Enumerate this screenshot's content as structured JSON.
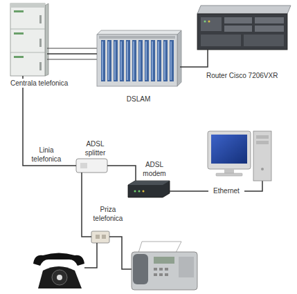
{
  "diagram": {
    "nodes": [
      {
        "text": [
          "Centrala telefonica"
        ]
      },
      {
        "text": [
          "DSLAM"
        ]
      },
      {
        "text": [
          "Router Cisco 7206VXR"
        ]
      },
      {
        "text": [
          "ADSL splitter"
        ]
      },
      {
        "text": [
          "ADSL modem"
        ]
      },
      {
        "text": [
          "Priza telefonica"
        ]
      }
    ],
    "edges": [
      {
        "from": 0,
        "to": 1,
        "arrow": "none"
      },
      {
        "from": 1,
        "to": 2,
        "arrow": "none"
      },
      {
        "from": 0,
        "to": 3,
        "label": "Linia telefonica",
        "arrow": "none"
      },
      {
        "from": 3,
        "to": 4,
        "arrow": "none"
      },
      {
        "from": 3,
        "to": 5,
        "arrow": "none"
      }
    ],
    "labels": [
      "Ethernet"
    ]
  }
}
